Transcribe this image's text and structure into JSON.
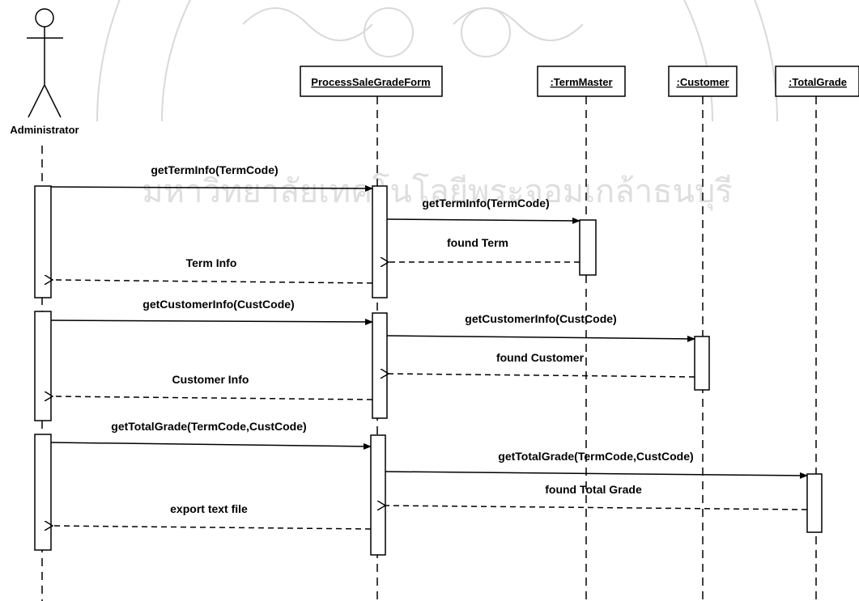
{
  "actor": {
    "name": "Administrator"
  },
  "objects": [
    {
      "id": "psgf",
      "label": "ProcessSaleGradeForm"
    },
    {
      "id": "term",
      "label": ":TermMaster"
    },
    {
      "id": "cust",
      "label": ":Customer"
    },
    {
      "id": "total",
      "label": ":TotalGrade"
    }
  ],
  "messages": [
    {
      "id": "m1",
      "label": "getTermInfo(TermCode)",
      "type": "call"
    },
    {
      "id": "m2",
      "label": "getTermInfo(TermCode)",
      "type": "call"
    },
    {
      "id": "m3",
      "label": "found Term",
      "type": "return"
    },
    {
      "id": "m4",
      "label": "Term Info",
      "type": "return"
    },
    {
      "id": "m5",
      "label": "getCustomerInfo(CustCode)",
      "type": "call"
    },
    {
      "id": "m6",
      "label": "getCustomerInfo(CustCode)",
      "type": "call"
    },
    {
      "id": "m7",
      "label": "found Customer",
      "type": "return"
    },
    {
      "id": "m8",
      "label": "Customer Info",
      "type": "return"
    },
    {
      "id": "m9",
      "label": "getTotalGrade(TermCode,CustCode)",
      "type": "call"
    },
    {
      "id": "m10",
      "label": "getTotalGrade(TermCode,CustCode)",
      "type": "call"
    },
    {
      "id": "m11",
      "label": "found Total Grade",
      "type": "return"
    },
    {
      "id": "m12",
      "label": "export text file",
      "type": "return"
    }
  ],
  "watermark": {
    "text": "มหาวิทยาลัยเทคโนโลยีพระจอมเกล้าธนบุรี"
  }
}
